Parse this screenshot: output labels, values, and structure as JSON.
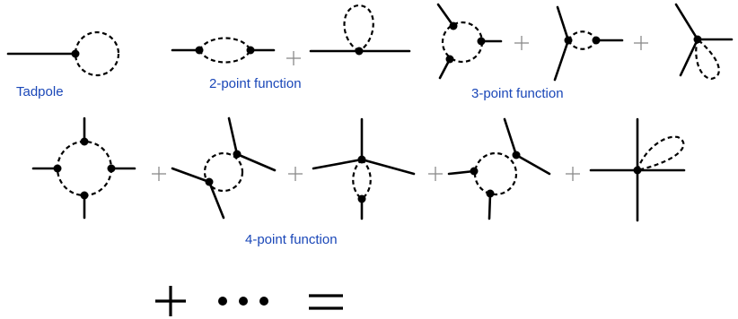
{
  "labels": {
    "tadpole": "Tadpole",
    "two_point": "2-point function",
    "three_point": "3-point function",
    "four_point": "4-point function"
  },
  "colors": {
    "label": "#1a47b8",
    "line": "#000000",
    "plus": "#8a8a8a"
  },
  "diagram_elements": {
    "row1": [
      "tadpole",
      "2-point-bubble",
      "plus",
      "2-point-loop",
      "3-point-triangle",
      "plus",
      "3-point-bubble",
      "plus",
      "3-point-loop"
    ],
    "row2": [
      "4-point-box",
      "plus",
      "4-point-triangle",
      "plus",
      "4-point-bubble",
      "plus",
      "4-point-triangle",
      "plus",
      "4-point-loop"
    ],
    "bottom_expression": [
      "plus",
      "ellipsis",
      "equals"
    ]
  }
}
